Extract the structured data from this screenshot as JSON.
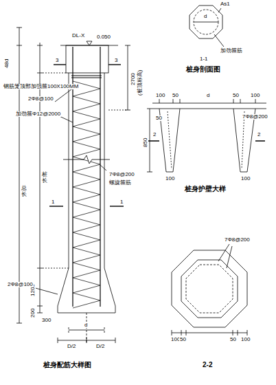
{
  "diagram": {
    "labels": [
      "DL-X",
      "0.050",
      "48d",
      "3",
      "3",
      "2700",
      "(桩顶标高)",
      "钢筋笼顶部加强箍100X100MM",
      "2Φ8@100",
      "加劲箍Φ12@2000",
      "桩长",
      "总长",
      "1",
      "1",
      "7Φ8@200",
      "螺旋箍筋",
      "1200",
      "2Φ8@100",
      "200",
      "300",
      "d",
      "D/2",
      "D/2",
      "桩身配筋大样图",
      "As1",
      "d",
      "加劲箍筋",
      "1-1",
      "桩身剖面图",
      "100",
      "50",
      "d",
      "50",
      "100",
      "50",
      "850",
      "2",
      "2",
      "7Φ8@200",
      "100",
      "100",
      "桩身护壁大样",
      "7Φ8@200",
      "100",
      "50",
      "50",
      "100",
      "2-2"
    ]
  }
}
